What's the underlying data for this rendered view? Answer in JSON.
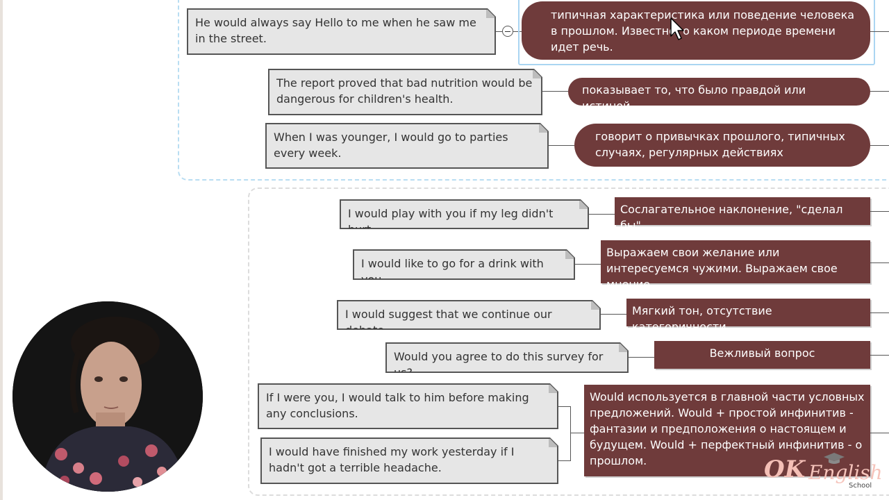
{
  "colors": {
    "accent": "#6f3b3b",
    "note_bg": "#e6e6e6",
    "group1_border": "#b8ddf2",
    "group2_border": "#dcdcdc"
  },
  "group1": {
    "examples": [
      "He would always say Hello to me when he saw me in the street.",
      "The report proved that bad nutrition would be dangerous for children's health.",
      "When I was younger, I would go to parties every week."
    ],
    "meanings": [
      "типичная характеристика или поведение человека в прошлом. Известно, о каком периоде времени идет речь.",
      "показывает то, что было правдой или истиной",
      "говорит о привычках прошлого, типичных случаях, регулярных действиях"
    ]
  },
  "group2": {
    "examples": [
      "I would play with you if my leg didn't hurt.",
      "I would like to go for a drink with you.",
      "I would suggest that we continue our debate.",
      "Would you agree to do this survey for us?",
      "If I were you, I would talk to him before making any conclusions.",
      "I would have finished my work yesterday if I hadn't got a terrible headache."
    ],
    "meanings": [
      "Сослагательное наклонение, \"сделал бы\".",
      "Выражаем свои желание или интересуемся чужими. Выражаем свое мнение.",
      "Мягкий тон, отсутствие категоричности",
      "Вежливый вопрос",
      "Would используется в главной части условных предложений. Would + простой инфинитив - фантазии и предположения о настоящем и будущем. Would + перфектный инфинитив - о прошлом."
    ]
  },
  "logo": {
    "brand": "OK",
    "name": "English",
    "sub": "School"
  },
  "icons": {
    "cursor": "mouse-pointer-icon",
    "collapse": "collapse-minus-icon",
    "graduation": "graduation-cap-icon"
  }
}
